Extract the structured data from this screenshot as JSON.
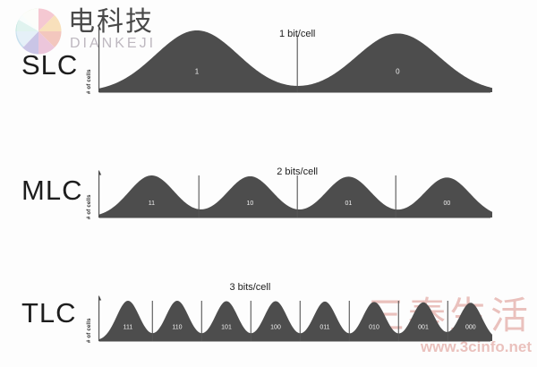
{
  "watermark": {
    "logo_cn": "电科技",
    "logo_en": "DIANKEJI",
    "bottom_cn": "三秦生活",
    "bottom_url": "www.3cinfo.net"
  },
  "chart_data": {
    "type": "area",
    "title": "",
    "ylabel": "# of cells",
    "xlabel": "",
    "grid": false,
    "legend": "none",
    "rows": [
      {
        "name": "SLC",
        "label": "SLC",
        "bits_label": "1 bit/cell",
        "axis_label": "# of cells",
        "n_levels": 2,
        "levels": [
          "1",
          "0"
        ],
        "peaks_x": [
          0.25,
          0.76
        ],
        "peak_heights": [
          1.0,
          0.95
        ],
        "sigma": 0.105,
        "dividers_x": [
          0.505
        ],
        "bits_label_x": 0.505
      },
      {
        "name": "MLC",
        "label": "MLC",
        "bits_label": "2 bits/cell",
        "axis_label": "# of cells",
        "n_levels": 4,
        "levels": [
          "11",
          "10",
          "01",
          "00"
        ],
        "peaks_x": [
          0.135,
          0.385,
          0.635,
          0.885
        ],
        "peak_heights": [
          1.0,
          0.98,
          0.97,
          0.95
        ],
        "sigma": 0.058,
        "dividers_x": [
          0.255,
          0.505,
          0.755
        ],
        "bits_label_x": 0.505
      },
      {
        "name": "TLC",
        "label": "TLC",
        "bits_label": "3 bits/cell",
        "axis_label": "# of cells",
        "n_levels": 8,
        "levels": [
          "111",
          "110",
          "101",
          "100",
          "011",
          "010",
          "001",
          "000"
        ],
        "peaks_x": [
          0.075,
          0.2,
          0.325,
          0.45,
          0.575,
          0.7,
          0.825,
          0.945
        ],
        "peak_heights": [
          1.0,
          1.0,
          0.99,
          0.99,
          0.98,
          0.97,
          0.96,
          0.95
        ],
        "sigma": 0.029,
        "dividers_x": [
          0.137,
          0.262,
          0.387,
          0.512,
          0.637,
          0.762,
          0.887
        ],
        "bits_label_x": 0.385
      }
    ],
    "colors": {
      "curve_fill": "#4d4d4d",
      "axis": "#4a4a4a",
      "divider": "#555555",
      "level_text": "#f0f0f0",
      "row_label": "#1d1d1d",
      "background": "#fdfdfd",
      "watermark_red": "#c0392b"
    }
  }
}
